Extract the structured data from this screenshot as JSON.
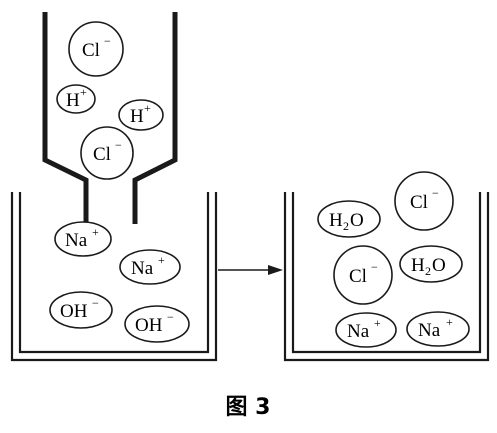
{
  "figure": {
    "caption": "图 3"
  },
  "colors": {
    "stroke": "#1a1a1a",
    "fill": "#ffffff",
    "text": "#000000"
  },
  "funnel_ions": {
    "cl_top": {
      "base": "Cl",
      "sup": "−",
      "sub": ""
    },
    "h_left": {
      "base": "H",
      "sup": "+",
      "sub": ""
    },
    "h_right": {
      "base": "H",
      "sup": "+",
      "sub": ""
    },
    "cl_bottom": {
      "base": "Cl",
      "sup": "−",
      "sub": ""
    }
  },
  "left_beaker_ions": {
    "na_1": {
      "base": "Na",
      "sup": "+",
      "sub": ""
    },
    "na_2": {
      "base": "Na",
      "sup": "+",
      "sub": ""
    },
    "oh_1": {
      "base": "OH",
      "sup": "−",
      "sub": ""
    },
    "oh_2": {
      "base": "OH",
      "sup": "−",
      "sub": ""
    }
  },
  "right_beaker_ions": {
    "h2o_1": {
      "base": "H",
      "sub": "2",
      "tail": "O",
      "sup": ""
    },
    "cl_1": {
      "base": "Cl",
      "sup": "−",
      "sub": ""
    },
    "cl_2": {
      "base": "Cl",
      "sup": "−",
      "sub": ""
    },
    "h2o_2": {
      "base": "H",
      "sub": "2",
      "tail": "O",
      "sup": ""
    },
    "na_1": {
      "base": "Na",
      "sup": "+",
      "sub": ""
    },
    "na_2": {
      "base": "Na",
      "sup": "+",
      "sub": ""
    }
  }
}
